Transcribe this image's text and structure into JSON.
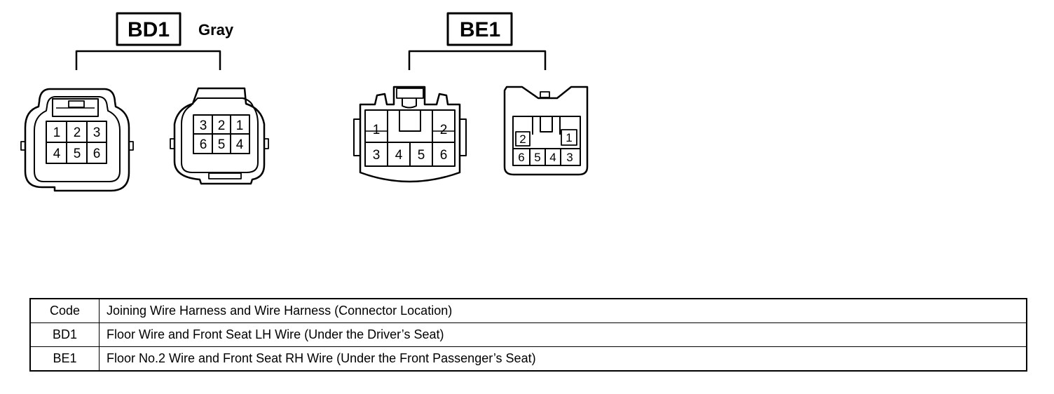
{
  "connectors": [
    {
      "code": "BD1",
      "color": "Gray",
      "left_pins": [
        "1",
        "2",
        "3",
        "4",
        "5",
        "6"
      ],
      "right_pins": [
        "3",
        "2",
        "1",
        "6",
        "5",
        "4"
      ]
    },
    {
      "code": "BE1",
      "color": "",
      "left_pins": [
        "1",
        "2",
        "3",
        "4",
        "5",
        "6"
      ],
      "right_pins": [
        "2",
        "1",
        "6",
        "5",
        "4",
        "3"
      ]
    }
  ],
  "table": {
    "headers": [
      "Code",
      "Joining Wire Harness and Wire Harness (Connector Location)"
    ],
    "rows": [
      [
        "BD1",
        "Floor Wire and Front Seat LH Wire (Under the Driver’s Seat)"
      ],
      [
        "BE1",
        "Floor No.2 Wire and Front Seat RH Wire (Under the Front Passenger’s Seat)"
      ]
    ]
  }
}
